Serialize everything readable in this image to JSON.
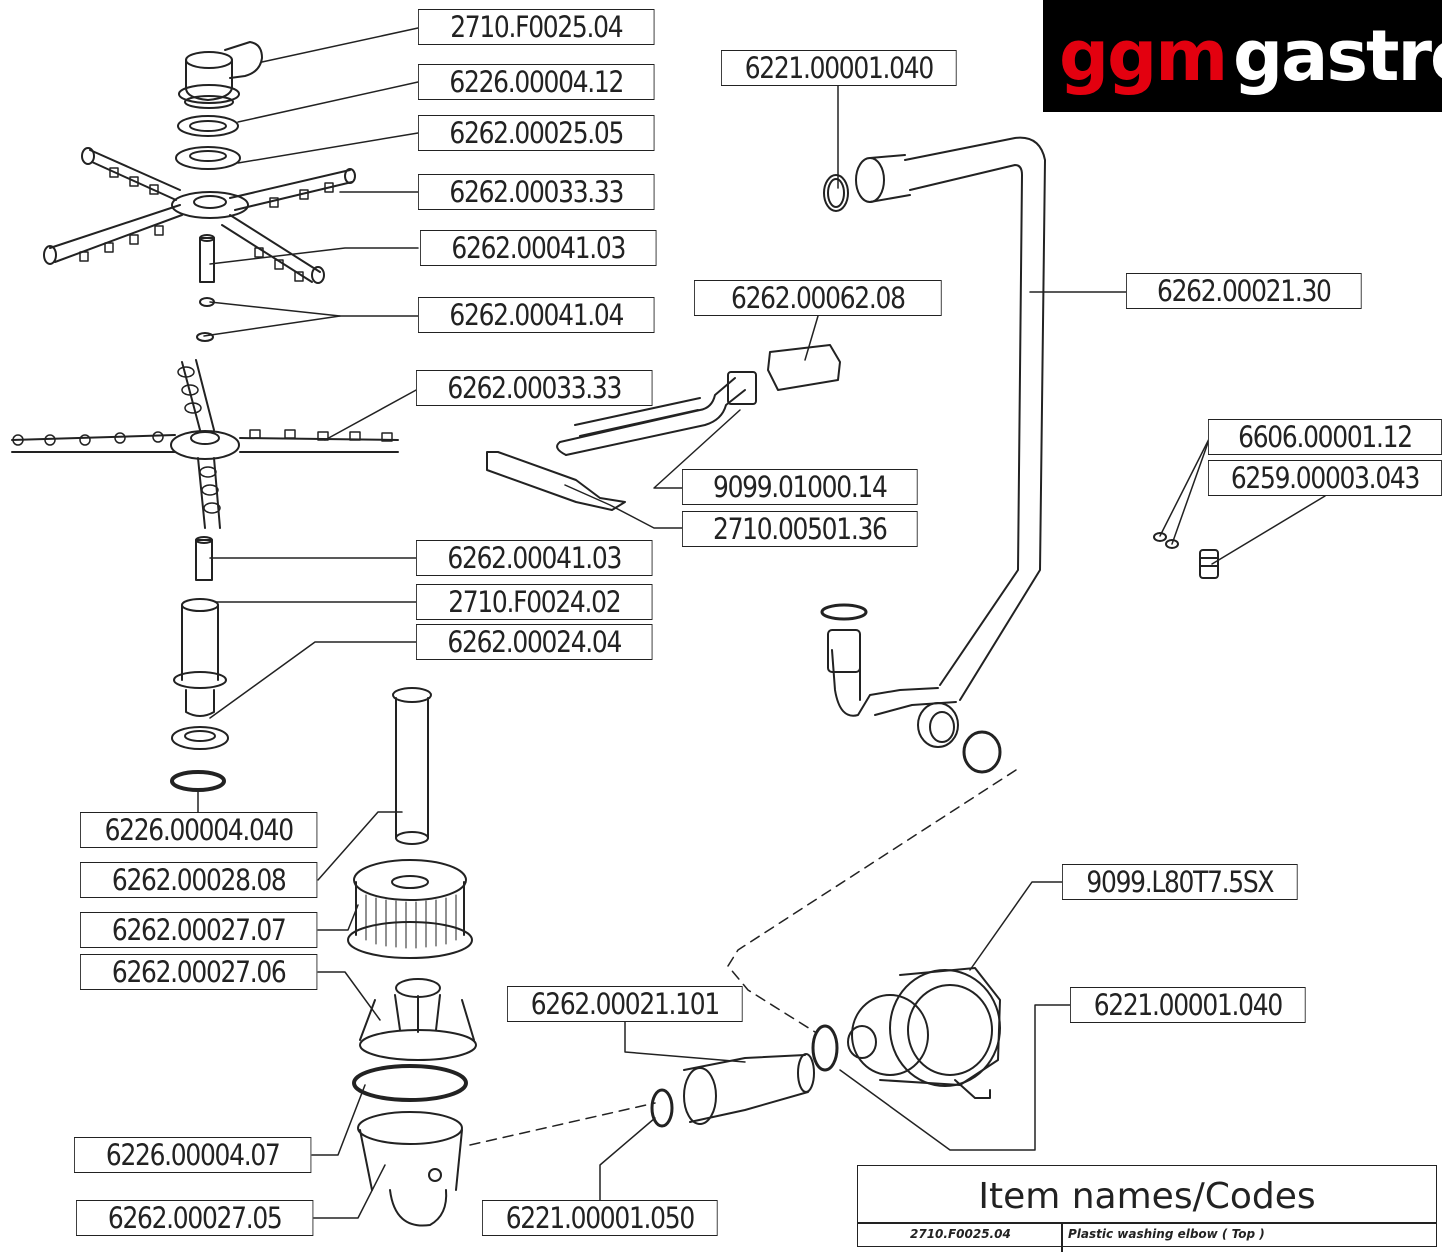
{
  "brand": {
    "red": "ggm",
    "white": "gastro",
    "bg": "#000000",
    "accent": "#e3000f"
  },
  "callouts": [
    "2710.F0025.04",
    "6226.00004.12",
    "6262.00025.05",
    "6262.00033.33",
    "6262.00041.03",
    "6262.00041.04",
    "6262.00033.33",
    "6262.00041.03",
    "2710.F0024.02",
    "6262.00024.04",
    "6226.00004.040",
    "6262.00028.08",
    "6262.00027.07",
    "6262.00027.06",
    "6226.00004.07",
    "6262.00027.05",
    "6221.00001.040",
    "6262.00062.08",
    "9099.01000.14",
    "2710.00501.36",
    "6262.00021.30",
    "6606.00001.12",
    "6259.00003.043",
    "9099.L80T7.5SX",
    "6262.00021.101",
    "6221.00001.040",
    "6221.00001.050"
  ],
  "table": {
    "title": "Item names/Codes",
    "row1_code": "2710.F0025.04",
    "row1_name": "Plastic washing elbow ( Top )"
  }
}
